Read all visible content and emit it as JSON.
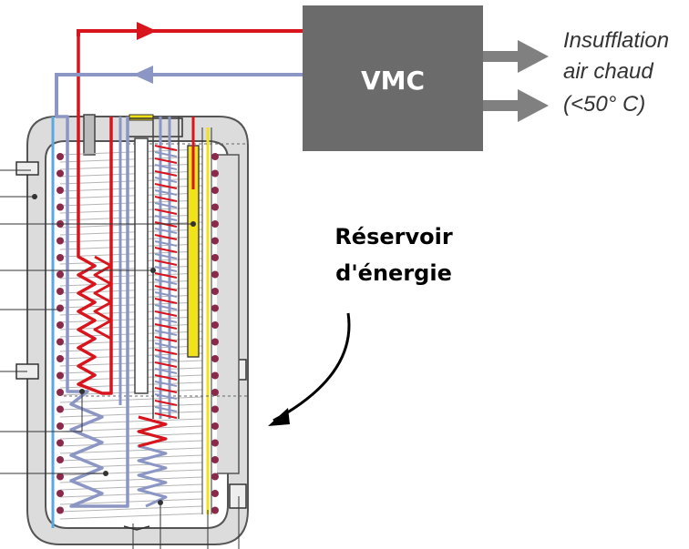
{
  "vmc": {
    "label": "VMC"
  },
  "output": {
    "line1": "Insufflation",
    "line2": "air chaud",
    "line3": "(<50° C)"
  },
  "reservoir": {
    "line1": "Réservoir",
    "line2": "d'énergie"
  },
  "colors": {
    "hot": "#d8141c",
    "cold": "#8c96c4",
    "water": "#5aa8e0",
    "box": "#6b6b6b",
    "tank": "#dcdcdc",
    "yellow": "#f2e21a",
    "dot": "#8a2a4a"
  }
}
